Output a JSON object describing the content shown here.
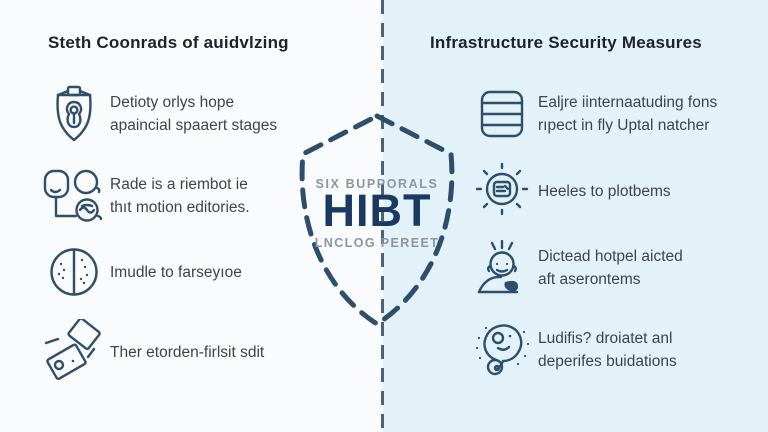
{
  "left_panel": {
    "title": "Steth Coonrads of auidvlzing",
    "items": [
      {
        "icon": "lock-icon",
        "lines": [
          "Detioty orlys hope",
          "apaincial spaaert stages"
        ]
      },
      {
        "icon": "people-icon",
        "lines": [
          "Rade is a riembot ie",
          "thıt motion editories."
        ]
      },
      {
        "icon": "split-circle-icon",
        "lines": [
          "Imudle to farseyıoe"
        ]
      },
      {
        "icon": "cards-icon",
        "lines": [
          "Ther etorden-firlsit sdit"
        ]
      }
    ]
  },
  "right_panel": {
    "title": "Infrastructure Security Measures",
    "items": [
      {
        "icon": "server-icon",
        "lines": [
          "Ealjre iinternaatuding fons",
          "rıpect in fly Uptal natcher"
        ]
      },
      {
        "icon": "sun-chip-icon",
        "lines": [
          "Heeles to plotbems"
        ]
      },
      {
        "icon": "person-rays-icon",
        "lines": [
          "Dictead hotpel aicted",
          "aft aserontems"
        ]
      },
      {
        "icon": "bulb-icon",
        "lines": [
          "Ludifis? droiatet anl",
          "deperifes buidations"
        ]
      }
    ]
  },
  "center": {
    "eyebrow": "SIX BUPPORALS",
    "title": "HIBT",
    "subtitle": "LNCLOG PEREET"
  },
  "colors": {
    "left_background": "#fafbfc",
    "right_background": "#e2f2f8",
    "line_navy": "#2e4f6b",
    "divider_navy": "#33536f",
    "title_dark": "#1e2329",
    "body_text": "#3e444b",
    "center_gray": "#8e959d",
    "center_navy": "#1b3a63"
  }
}
